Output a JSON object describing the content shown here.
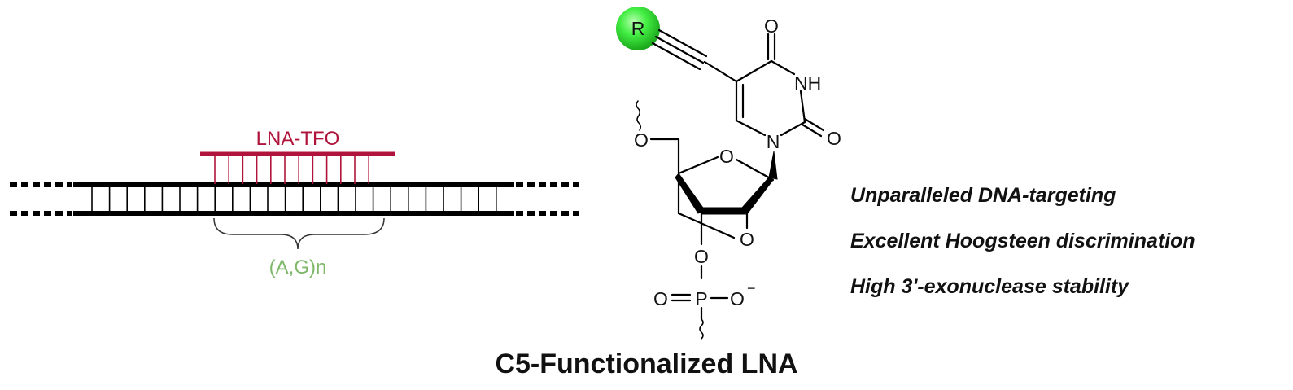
{
  "duplex": {
    "tfo_label": "LNA-TFO",
    "target_label": "(A,G)n",
    "colors": {
      "tfo": "#b0143c",
      "target": "#7fb86b",
      "duplex": "#000000"
    }
  },
  "structure": {
    "r_group": "R",
    "r_color": "#33dd33",
    "atoms": {
      "carbonyl_o_top": "O",
      "nh": "NH",
      "n1": "N",
      "carbonyl_o_right": "O",
      "o5": "O",
      "ring_o": "O",
      "bridge_o": "O",
      "o3": "O",
      "p": "P",
      "p_o_double": "O",
      "p_o_minus": "O",
      "charge": "−"
    }
  },
  "bullets": [
    "Unparalleled DNA-targeting",
    "Excellent Hoogsteen discrimination",
    "High 3'-exonuclease stability"
  ],
  "caption": "C5-Functionalized LNA"
}
